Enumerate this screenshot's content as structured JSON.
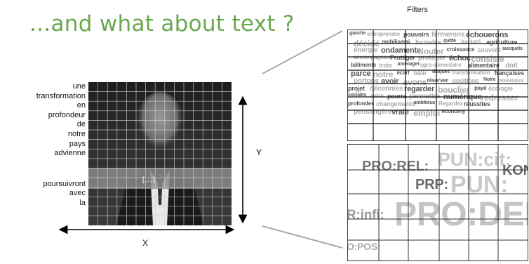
{
  "slide": {
    "title": "...and what about text ?",
    "accent_color": "#6aa84f"
  },
  "panel_heading": "Filters",
  "sentence": {
    "words_top": [
      "une",
      "transformation",
      "en",
      "profondeur",
      "de",
      "notre",
      "pays",
      "advienne"
    ],
    "ellipsis": "[...]",
    "words_bottom": [
      "poursuivront",
      "avec",
      "la"
    ]
  },
  "axes": {
    "x_label": "X",
    "y_label": "Y"
  },
  "upper_filter_words": [
    "gauche",
    "entreprendre",
    "pouvoirs",
    "fermerons",
    "échouerons",
    "décidé",
    "mobiliserai",
    "formable",
    "quitté",
    "fracturé",
    "agriculture",
    "énergie",
    "ondamente",
    "douter",
    "croissance",
    "souvent",
    "auxquels",
    "accompagnent",
    "Protéger",
    "protéger",
    "échoc",
    "consiste",
    "bâtiments",
    "trois",
    "aménager",
    "agro-alimentaire",
    "alimentaire",
    "doit",
    "parce",
    "notre",
    "écart",
    "bâtir",
    "disques",
    "transformation",
    "françaises",
    "portons",
    "avoir",
    "avons",
    "réserver",
    "positions",
    "Notre",
    "nouveaux",
    "projet",
    "décennies",
    "regarder",
    "bouclier",
    "payé",
    "écologie",
    "sociales",
    "entre",
    "pourra",
    "permettra",
    "numérique",
    "redresser",
    "profondes",
    "changements",
    "ambitieux",
    "Regardez",
    "réussites",
    "pensengère",
    "vraie",
    "emploi",
    "économy"
  ],
  "lower_filter_words": [
    "PRO:REL:",
    "PUN:cit:",
    "KON",
    "PRP:",
    "PUN:",
    "R:infi:",
    "PRO:DEM",
    "O:POS:"
  ]
}
